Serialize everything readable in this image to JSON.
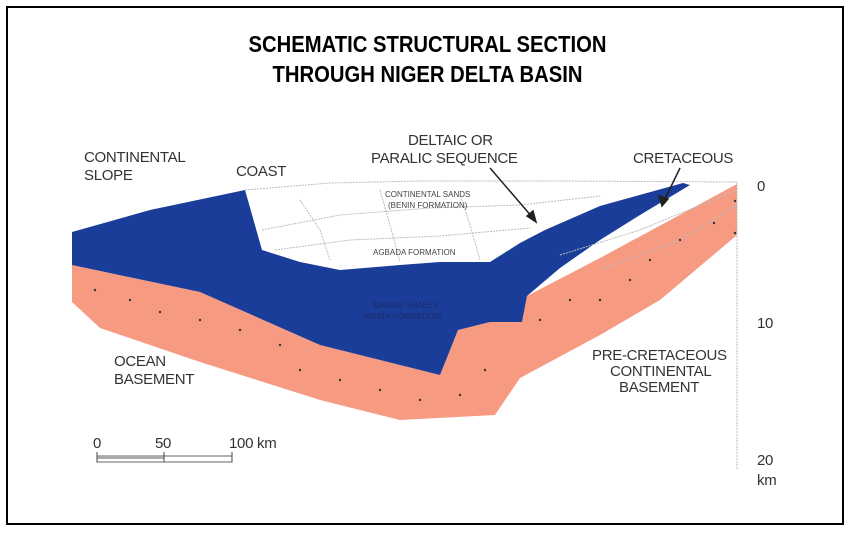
{
  "title": {
    "line1": "SCHEMATIC STRUCTURAL SECTION",
    "line2": "THROUGH NIGER DELTA BASIN"
  },
  "labels": {
    "continental_slope_1": "CONTINENTAL",
    "continental_slope_2": "SLOPE",
    "coast": "COAST",
    "deltaic_1": "DELTAIC OR",
    "deltaic_2": "PARALIC SEQUENCE",
    "cretaceous": "CRETACEOUS",
    "benin_1": "CONTINENTAL SANDS",
    "benin_2": "(BENIN FORMATION)",
    "agbada": "AGBADA FORMATION",
    "akata_1": "MARINE SHALES",
    "akata_2": "(AKATA FORMATION)",
    "ocean_basement_1": "OCEAN",
    "ocean_basement_2": "BASEMENT",
    "pre_cret_1": "PRE-CRETACEOUS",
    "pre_cret_2": "CONTINENTAL",
    "pre_cret_3": "BASEMENT"
  },
  "scale_bar": {
    "ticks": [
      "0",
      "50",
      "100 km"
    ]
  },
  "depth_axis": {
    "ticks": [
      "0",
      "10",
      "20"
    ],
    "unit": "km"
  },
  "colors": {
    "shale": "#1a3d99",
    "basement": "#f79a82",
    "sediment": "#ffffff",
    "frame": "#000000"
  }
}
